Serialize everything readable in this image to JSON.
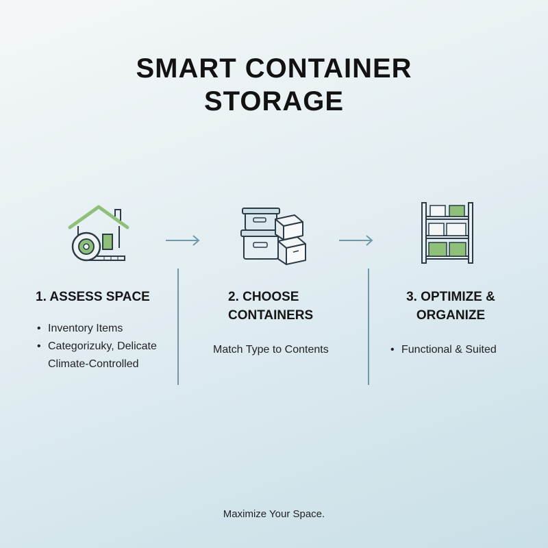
{
  "title": {
    "line1": "SMART CONTAINER",
    "line2": "STORAGE"
  },
  "steps": [
    {
      "title_line1": "1. ASSESS SPACE",
      "title_line2": "",
      "bullets": [
        "Inventory Items",
        "Categorizuky, Delicate Climate-Controlled"
      ],
      "icon": "house-tape-measure-icon"
    },
    {
      "title_line1": "2. CHOOSE",
      "title_line2": "CONTAINERS",
      "text": "Match Type to Contents",
      "icon": "stacked-containers-icon"
    },
    {
      "title_line1": "3. OPTIMIZE &",
      "title_line2": "ORGANIZE",
      "bullets": [
        "Functional & Suited"
      ],
      "icon": "storage-shelf-icon"
    }
  ],
  "footer": "Maximize Your Space.",
  "colors": {
    "accent_green": "#8fc07a",
    "line_blue": "#6f98ab",
    "stroke": "#2b3a45"
  }
}
